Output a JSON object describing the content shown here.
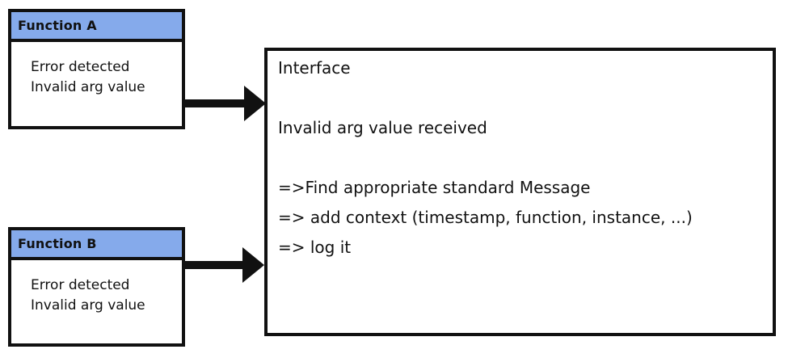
{
  "diagram": {
    "function_a": {
      "title": "Function A",
      "body_lines": [
        "Error detected",
        "Invalid arg value"
      ]
    },
    "function_b": {
      "title": "Function B",
      "body_lines": [
        "Error detected",
        "Invalid arg value"
      ]
    },
    "interface": {
      "title": "Interface",
      "message": "Invalid arg value received",
      "steps": [
        "=>Find appropriate standard Message",
        "=> add context (timestamp, function, instance, ...)",
        "=> log it"
      ]
    },
    "colors": {
      "header_fill": "#85AAEB",
      "border": "#111111",
      "background": "#FFFFFF"
    }
  }
}
